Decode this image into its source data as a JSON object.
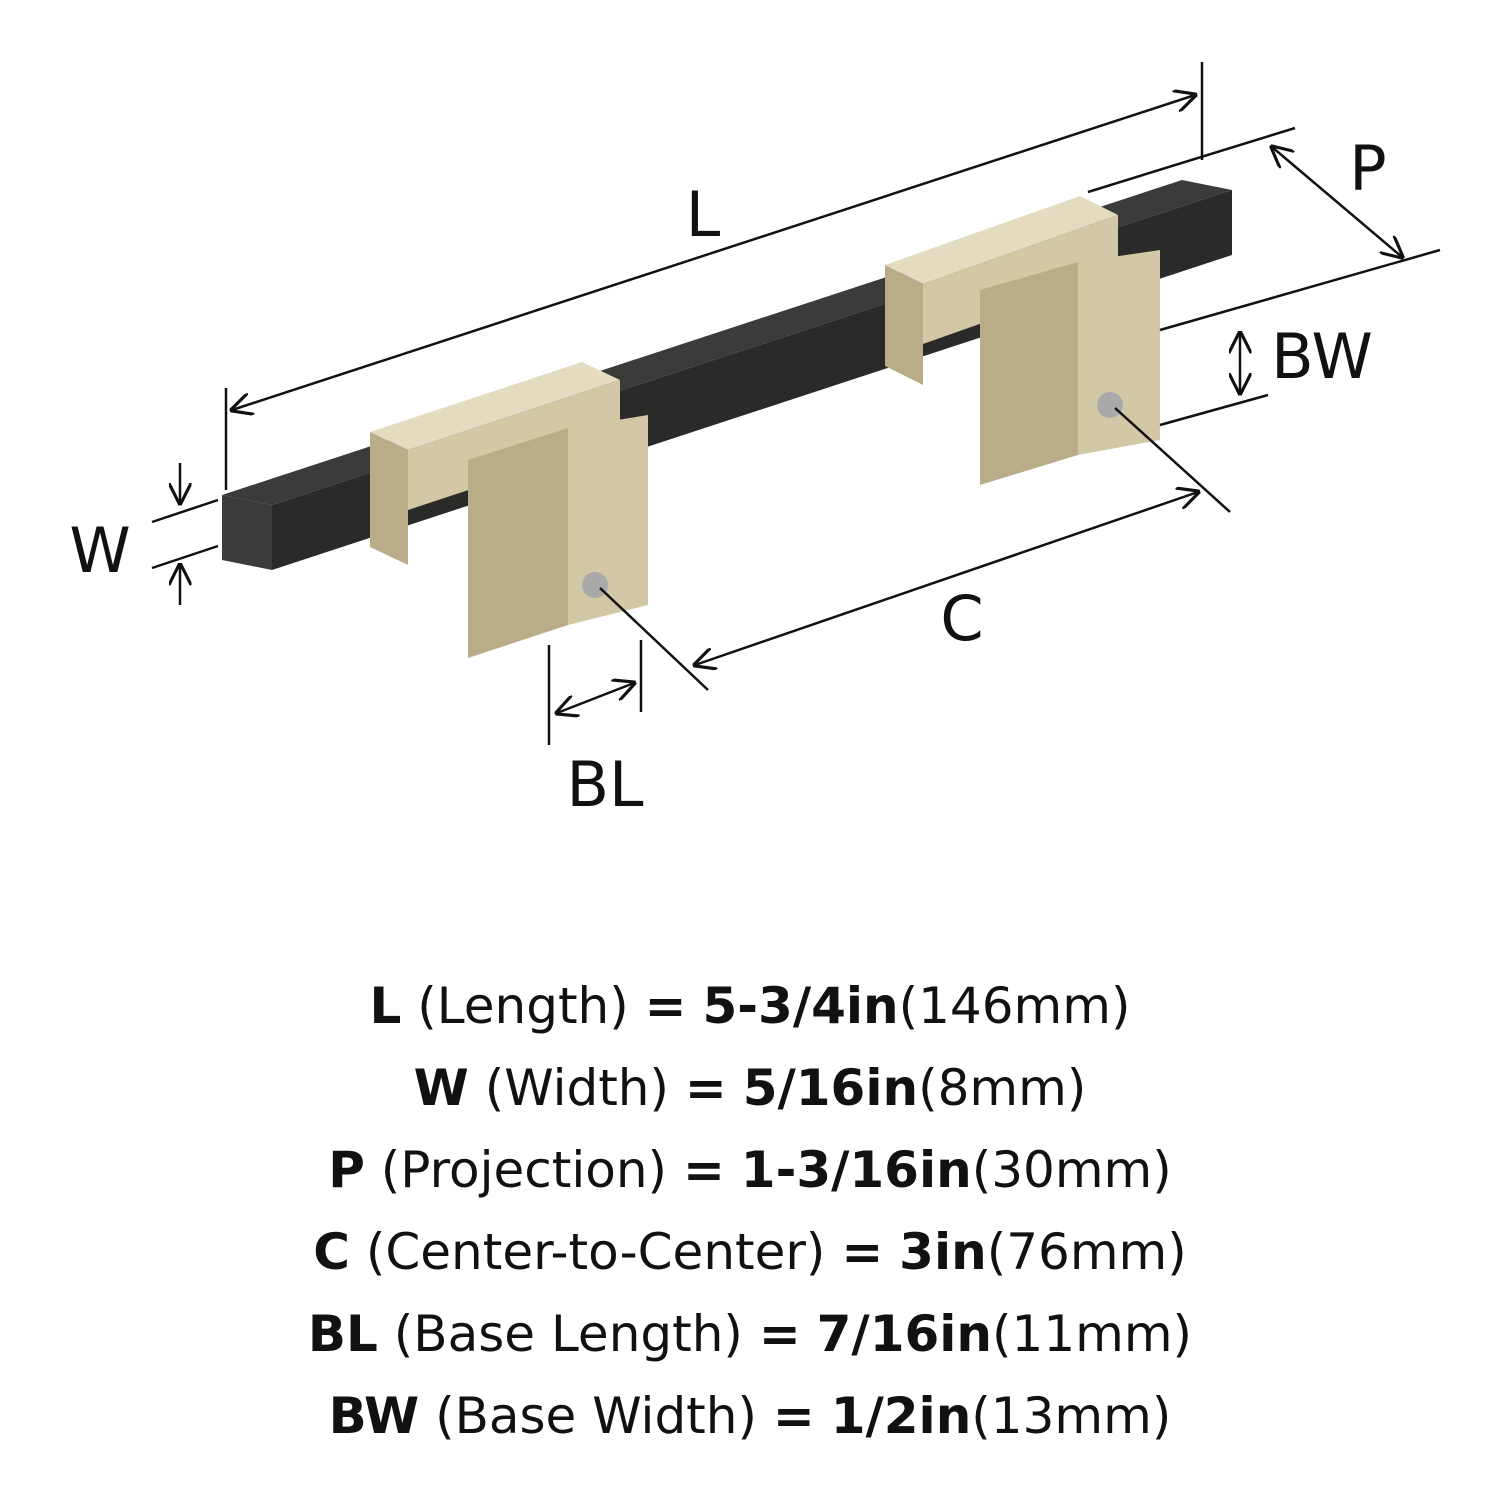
{
  "colors": {
    "bar": "#2a2a28",
    "brass_light": "#e4dcc0",
    "brass_mid": "#d2c8a6",
    "brass_dark": "#b8ad88",
    "line": "#111111",
    "screw": "#a9a9a9"
  },
  "diagram": {
    "labels": {
      "L": "L",
      "W": "W",
      "P": "P",
      "BW": "BW",
      "C": "C",
      "BL": "BL"
    }
  },
  "specs": [
    {
      "code": "L",
      "name": "(Length)",
      "eq": "=",
      "imperial": "5-3/4in",
      "metric": "(146mm)"
    },
    {
      "code": "W",
      "name": "(Width)",
      "eq": "=",
      "imperial": "5/16in",
      "metric": "(8mm)"
    },
    {
      "code": "P",
      "name": "(Projection)",
      "eq": "=",
      "imperial": "1-3/16in",
      "metric": "(30mm)"
    },
    {
      "code": "C",
      "name": "(Center-to-Center)",
      "eq": "=",
      "imperial": "3in",
      "metric": "(76mm)"
    },
    {
      "code": "BL",
      "name": "(Base Length)",
      "eq": "=",
      "imperial": "7/16in",
      "metric": "(11mm)"
    },
    {
      "code": "BW",
      "name": "(Base Width)",
      "eq": "=",
      "imperial": "1/2in",
      "metric": "(13mm)"
    }
  ]
}
